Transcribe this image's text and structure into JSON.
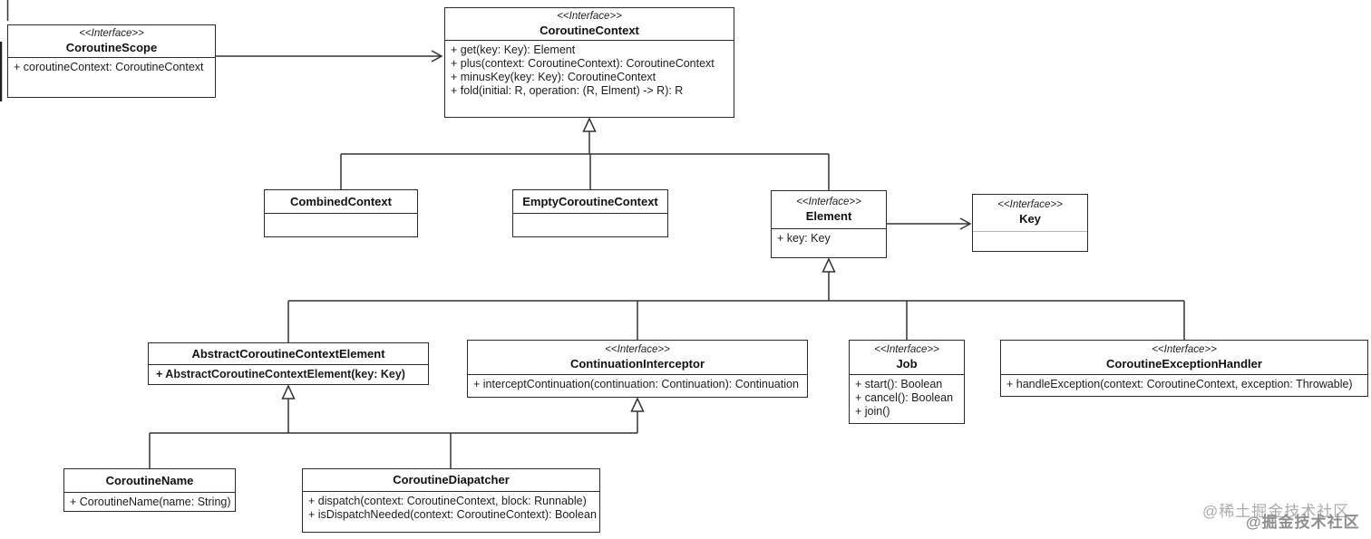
{
  "diagram": {
    "classes": [
      {
        "id": "coroutine-scope",
        "stereotype": "<<Interface>>",
        "name": "CoroutineScope",
        "members": [
          "+ coroutineContext: CoroutineContext"
        ]
      },
      {
        "id": "coroutine-context",
        "stereotype": "<<Interface>>",
        "name": "CoroutineContext",
        "members": [
          "+ get(key: Key): Element",
          "+ plus(context: CoroutineContext): CoroutineContext",
          "+ minusKey(key: Key): CoroutineContext",
          "+ fold(initial: R, operation: (R, Elment) -> R): R"
        ]
      },
      {
        "id": "combined-context",
        "name": "CombinedContext",
        "members": []
      },
      {
        "id": "empty-coroutine-context",
        "name": "EmptyCoroutineContext",
        "members": []
      },
      {
        "id": "element",
        "stereotype": "<<Interface>>",
        "name": "Element",
        "members": [
          "+ key: Key"
        ]
      },
      {
        "id": "key",
        "stereotype": "<<Interface>>",
        "name": "Key",
        "members": []
      },
      {
        "id": "abstract-coroutine-context-element",
        "name": "AbstractCoroutineContextElement",
        "members": [
          "+ AbstractCoroutineContextElement(key: Key)"
        ]
      },
      {
        "id": "continuation-interceptor",
        "stereotype": "<<Interface>>",
        "name": "ContinuationInterceptor",
        "members": [
          "+ interceptContinuation(continuation: Continuation): Continuation"
        ]
      },
      {
        "id": "job",
        "stereotype": "<<Interface>>",
        "name": "Job",
        "members": [
          "+ start(): Boolean",
          "+ cancel(): Boolean",
          "+ join()"
        ]
      },
      {
        "id": "coroutine-exception-handler",
        "stereotype": "<<Interface>>",
        "name": "CoroutineExceptionHandler",
        "members": [
          "+ handleException(context: CoroutineContext, exception: Throwable)"
        ]
      },
      {
        "id": "coroutine-name",
        "name": "CoroutineName",
        "members": [
          "+ CoroutineName(name: String)"
        ]
      },
      {
        "id": "coroutine-dispatcher",
        "name": "CoroutineDiapatcher",
        "members": [
          "+ dispatch(context: CoroutineContext, block: Runnable)",
          "+ isDispatchNeeded(context: CoroutineContext): Boolean"
        ]
      }
    ],
    "relations": [
      {
        "from": "CoroutineScope",
        "to": "CoroutineContext",
        "type": "association"
      },
      {
        "from": "CombinedContext",
        "to": "CoroutineContext",
        "type": "generalization"
      },
      {
        "from": "EmptyCoroutineContext",
        "to": "CoroutineContext",
        "type": "generalization"
      },
      {
        "from": "Element",
        "to": "CoroutineContext",
        "type": "generalization"
      },
      {
        "from": "Element",
        "to": "Key",
        "type": "association"
      },
      {
        "from": "AbstractCoroutineContextElement",
        "to": "Element",
        "type": "generalization"
      },
      {
        "from": "ContinuationInterceptor",
        "to": "Element",
        "type": "generalization"
      },
      {
        "from": "Job",
        "to": "Element",
        "type": "generalization"
      },
      {
        "from": "CoroutineExceptionHandler",
        "to": "Element",
        "type": "generalization"
      },
      {
        "from": "CoroutineName",
        "to": "AbstractCoroutineContextElement",
        "type": "generalization"
      },
      {
        "from": "CoroutineDiapatcher",
        "to": "AbstractCoroutineContextElement",
        "type": "generalization"
      },
      {
        "from": "CoroutineDiapatcher",
        "to": "ContinuationInterceptor",
        "type": "generalization"
      }
    ],
    "colors": {
      "line": "#333333",
      "border": "#2b2b2b",
      "watermark": "#a0a0a0",
      "background": "#ffffff"
    },
    "watermark_primary": "@稀土掘金技术社区",
    "watermark_secondary": "@掘金技术社区"
  }
}
